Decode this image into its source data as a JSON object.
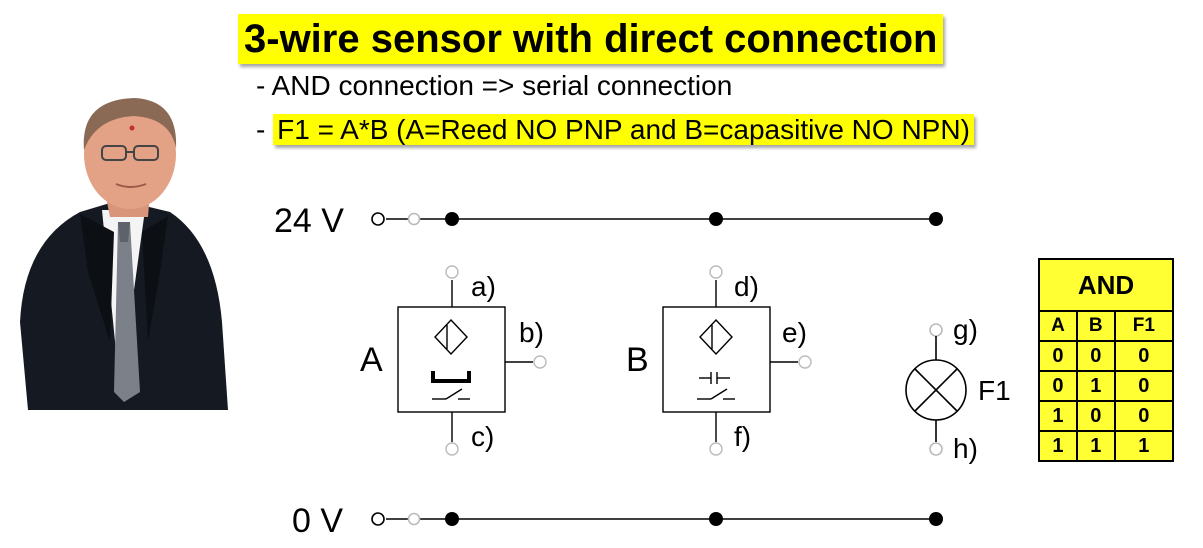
{
  "title": "3-wire sensor with direct connection",
  "bullets": [
    "- AND connection => serial connection",
    "F1 = A*B (A=Reed NO PNP and B=capasitive NO NPN)"
  ],
  "bullet_prefix": "- ",
  "circuit": {
    "supply_top": "24 V",
    "supply_bottom": "0 V",
    "sensor_a": {
      "name": "A",
      "terminals": [
        "a)",
        "b)",
        "c)"
      ],
      "symbol": "reed-sensor-icon"
    },
    "sensor_b": {
      "name": "B",
      "terminals": [
        "d)",
        "e)",
        "f)"
      ],
      "symbol": "capacitive-sensor-icon"
    },
    "lamp": {
      "name": "F1",
      "terminals": [
        "g)",
        "h)"
      ],
      "symbol": "lamp-icon"
    }
  },
  "truth_table": {
    "title": "AND",
    "columns": [
      "A",
      "B",
      "F1"
    ],
    "rows": [
      [
        "0",
        "0",
        "0"
      ],
      [
        "0",
        "1",
        "0"
      ],
      [
        "1",
        "0",
        "0"
      ],
      [
        "1",
        "1",
        "1"
      ]
    ]
  },
  "colors": {
    "highlight": "#ffff00",
    "table_fill": "#ffff33",
    "ink": "#000000"
  }
}
